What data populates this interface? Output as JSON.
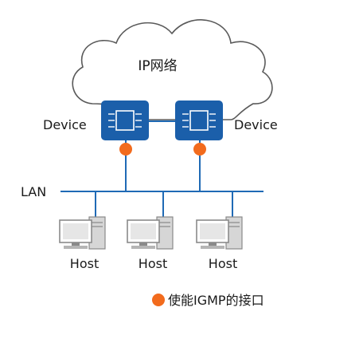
{
  "diagram": {
    "cloud_label": "IP网络",
    "devices": [
      {
        "label": "Device"
      },
      {
        "label": "Device"
      }
    ],
    "lan_label": "LAN",
    "hosts": [
      {
        "label": "Host"
      },
      {
        "label": "Host"
      },
      {
        "label": "Host"
      }
    ],
    "legend": {
      "label": "使能IGMP的接口"
    }
  },
  "colors": {
    "device_fill": "#1b5faa",
    "link_blue": "#1f6ab5",
    "igmp_port": "#f26b1d",
    "cloud_stroke": "#5a5a5a",
    "host_gray": "#8a8a8a"
  }
}
